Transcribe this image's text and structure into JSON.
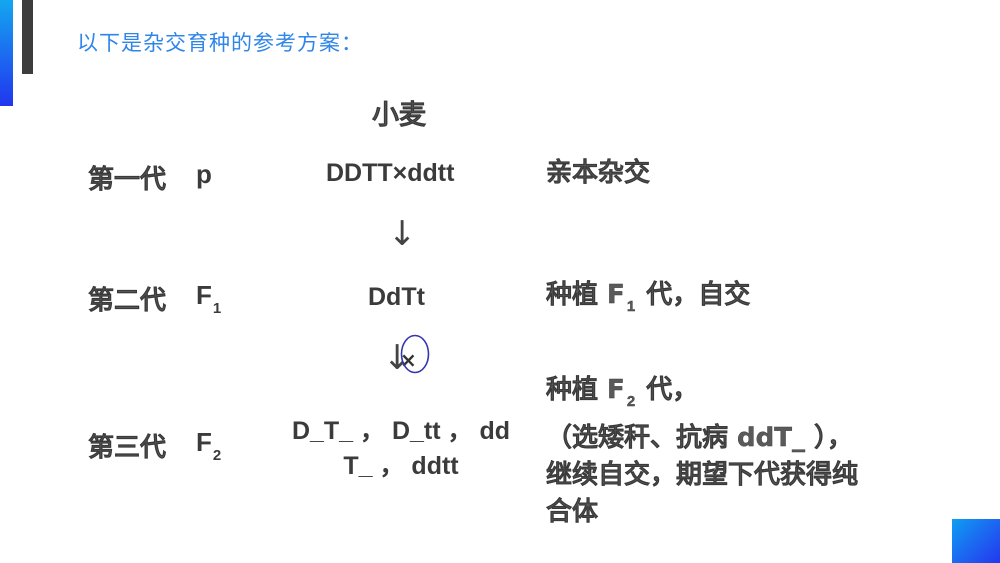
{
  "title": "以下是杂交育种的参考方案：",
  "species": "小麦",
  "generations": [
    {
      "label": "第一代",
      "symbol": "p",
      "symbol_sub": "",
      "genotype_lines": [
        "DDTT×ddtt"
      ],
      "note_lines": [
        "亲本杂交"
      ]
    },
    {
      "label": "第二代",
      "symbol": "F",
      "symbol_sub": "1",
      "genotype_lines": [
        "DdTt"
      ],
      "note_parts": [
        "种植 F",
        "1",
        " 代，自交"
      ]
    },
    {
      "label": "第三代",
      "symbol": "F",
      "symbol_sub": "2",
      "genotype_lines": [
        "D_T_ ， D_tt ， dd",
        "T_ ， ddtt"
      ],
      "note_first_parts": [
        "种植 F",
        "2",
        " 代，"
      ],
      "note_lines": [
        "（选矮秆、抗病 ddT_ ），",
        "继续自交，期望下代获得纯",
        "合体"
      ]
    }
  ],
  "arrows": {
    "first": "↓",
    "second": "↓",
    "second_mark": "×"
  },
  "colors": {
    "title": "#2f86e8",
    "text": "#3b3b3b",
    "accent_blue": "#1d62f0",
    "bar_gray": "#3d3d3d",
    "annotation_circle": "#3535b0"
  }
}
